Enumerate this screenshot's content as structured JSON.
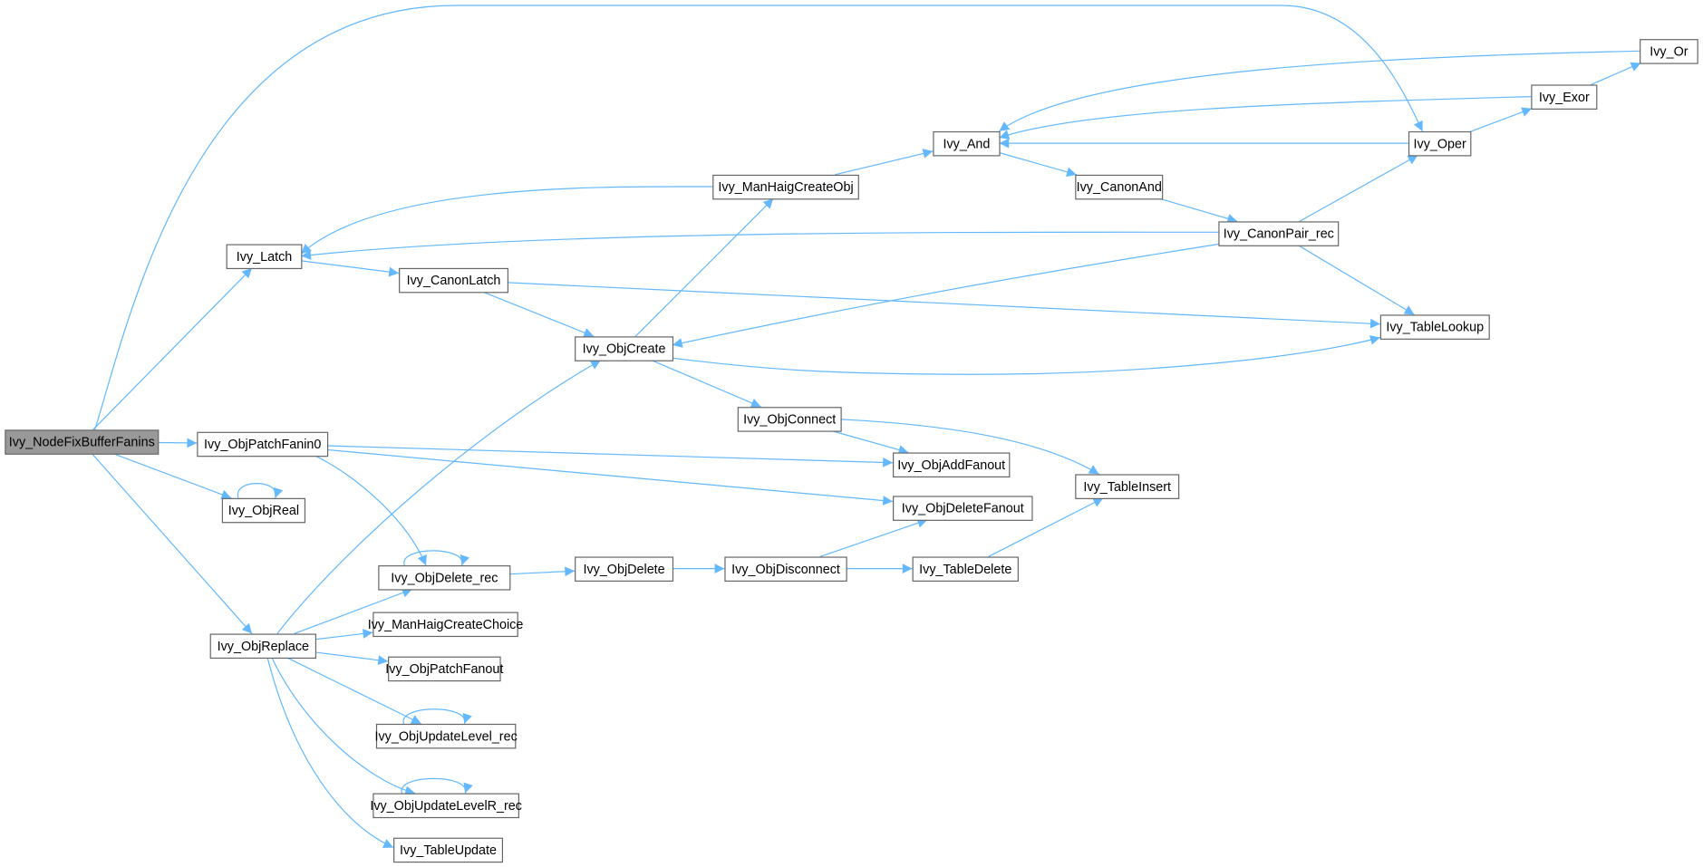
{
  "graph": {
    "root": "Ivy_NodeFixBufferFanins",
    "nodes": {
      "NodeFix": "Ivy_NodeFixBufferFanins",
      "Latch": "Ivy_Latch",
      "CanonLatch": "Ivy_CanonLatch",
      "ObjCreate": "Ivy_ObjCreate",
      "ManHaigCreateObj": "Ivy_ManHaigCreateObj",
      "And": "Ivy_And",
      "CanonAnd": "Ivy_CanonAnd",
      "CanonPair": "Ivy_CanonPair_rec",
      "Oper": "Ivy_Oper",
      "Exor": "Ivy_Exor",
      "Or": "Ivy_Or",
      "TableLookup": "Ivy_TableLookup",
      "ObjConnect": "Ivy_ObjConnect",
      "ObjAddFanout": "Ivy_ObjAddFanout",
      "TableInsert": "Ivy_TableInsert",
      "ObjDeleteFanout": "Ivy_ObjDeleteFanout",
      "ObjPatchFanin0": "Ivy_ObjPatchFanin0",
      "ObjReal": "Ivy_ObjReal",
      "ObjDeleteRec": "Ivy_ObjDelete_rec",
      "ObjDelete": "Ivy_ObjDelete",
      "ObjDisconnect": "Ivy_ObjDisconnect",
      "TableDelete": "Ivy_TableDelete",
      "ObjReplace": "Ivy_ObjReplace",
      "ManHaigCreateChoice": "Ivy_ManHaigCreateChoice",
      "ObjPatchFanout": "Ivy_ObjPatchFanout",
      "ObjUpdateLevelRec": "Ivy_ObjUpdateLevel_rec",
      "ObjUpdateLevelRRec": "Ivy_ObjUpdateLevelR_rec",
      "TableUpdate": "Ivy_TableUpdate"
    },
    "edges": [
      [
        "NodeFix",
        "Latch"
      ],
      [
        "NodeFix",
        "Oper"
      ],
      [
        "NodeFix",
        "ObjPatchFanin0"
      ],
      [
        "NodeFix",
        "ObjReal"
      ],
      [
        "NodeFix",
        "ObjReplace"
      ],
      [
        "Latch",
        "CanonLatch"
      ],
      [
        "CanonLatch",
        "ObjCreate"
      ],
      [
        "CanonLatch",
        "TableLookup"
      ],
      [
        "ObjCreate",
        "ManHaigCreateObj"
      ],
      [
        "ObjCreate",
        "ObjConnect"
      ],
      [
        "ObjCreate",
        "TableLookup"
      ],
      [
        "ManHaigCreateObj",
        "And"
      ],
      [
        "ManHaigCreateObj",
        "Latch"
      ],
      [
        "And",
        "CanonAnd"
      ],
      [
        "CanonAnd",
        "CanonPair"
      ],
      [
        "CanonPair",
        "Latch"
      ],
      [
        "CanonPair",
        "ObjCreate"
      ],
      [
        "CanonPair",
        "Oper"
      ],
      [
        "CanonPair",
        "TableLookup"
      ],
      [
        "Oper",
        "And"
      ],
      [
        "Oper",
        "Exor"
      ],
      [
        "Exor",
        "And"
      ],
      [
        "Exor",
        "Or"
      ],
      [
        "Or",
        "And"
      ],
      [
        "ObjConnect",
        "ObjAddFanout"
      ],
      [
        "ObjConnect",
        "TableInsert"
      ],
      [
        "ObjPatchFanin0",
        "ObjAddFanout"
      ],
      [
        "ObjPatchFanin0",
        "ObjDeleteFanout"
      ],
      [
        "ObjPatchFanin0",
        "ObjDeleteRec"
      ],
      [
        "ObjReal",
        "ObjReal"
      ],
      [
        "ObjDeleteRec",
        "ObjDeleteRec"
      ],
      [
        "ObjDeleteRec",
        "ObjDelete"
      ],
      [
        "ObjDelete",
        "ObjDisconnect"
      ],
      [
        "ObjDisconnect",
        "ObjDeleteFanout"
      ],
      [
        "ObjDisconnect",
        "TableDelete"
      ],
      [
        "TableDelete",
        "TableInsert"
      ],
      [
        "ObjReplace",
        "ObjCreate"
      ],
      [
        "ObjReplace",
        "ObjDeleteRec"
      ],
      [
        "ObjReplace",
        "ManHaigCreateChoice"
      ],
      [
        "ObjReplace",
        "ObjPatchFanout"
      ],
      [
        "ObjReplace",
        "ObjUpdateLevelRec"
      ],
      [
        "ObjReplace",
        "ObjUpdateLevelRRec"
      ],
      [
        "ObjReplace",
        "TableUpdate"
      ],
      [
        "ObjUpdateLevelRec",
        "ObjUpdateLevelRec"
      ],
      [
        "ObjUpdateLevelRRec",
        "ObjUpdateLevelRRec"
      ]
    ],
    "colors": {
      "edge": "#63b8ff",
      "root_fill": "#999999",
      "node_border": "#666666"
    }
  }
}
